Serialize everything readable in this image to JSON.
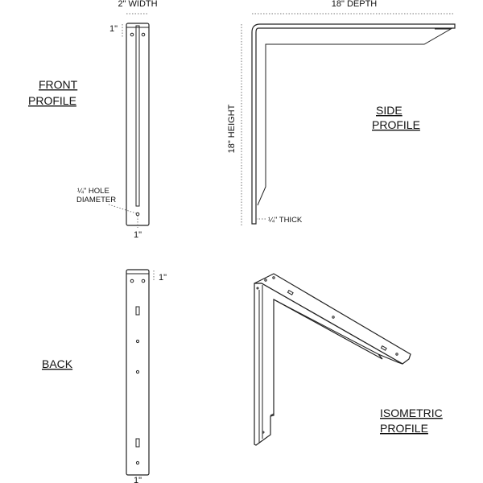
{
  "dimensions": {
    "width": "2\" WIDTH",
    "depth": "18\" DEPTH",
    "height": "18\" HEIGHT",
    "front_top_offset": "1\"",
    "front_bottom_offset": "1\"",
    "hole_line1": "¼\" HOLE",
    "hole_line2": "DIAMETER",
    "thickness": "¼\" THICK",
    "back_top_offset": "1\"",
    "back_bottom_offset": "1\""
  },
  "views": {
    "front_line1": "FRONT",
    "front_line2": "PROFILE",
    "side_line1": "SIDE",
    "side_line2": "PROFILE",
    "back": "BACK",
    "iso_line1": "ISOMETRIC",
    "iso_line2": "PROFILE"
  }
}
